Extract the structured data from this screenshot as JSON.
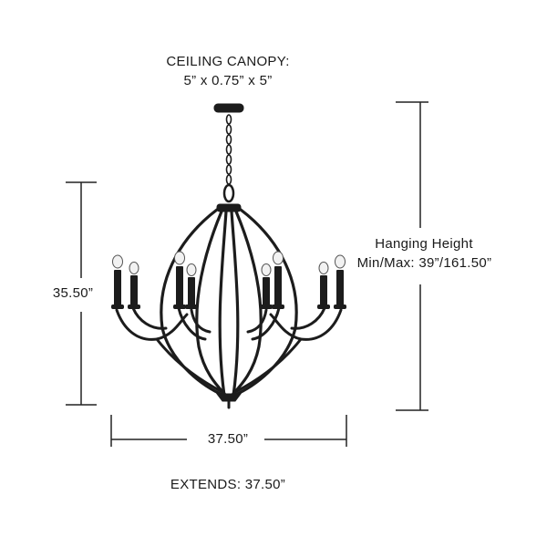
{
  "canopy": {
    "title": "CEILING CANOPY:",
    "dimensions": "5” x 0.75” x 5”"
  },
  "height_dimension": "35.50”",
  "hanging_height": {
    "label": "Hanging Height",
    "value": "Min/Max: 39”/161.50”"
  },
  "width_dimension": "37.50”",
  "extends": "EXTENDS: 37.50”",
  "colors": {
    "fixture": "#1c1c1c",
    "lines": "#222222",
    "bulb": "#f2f2f2"
  }
}
